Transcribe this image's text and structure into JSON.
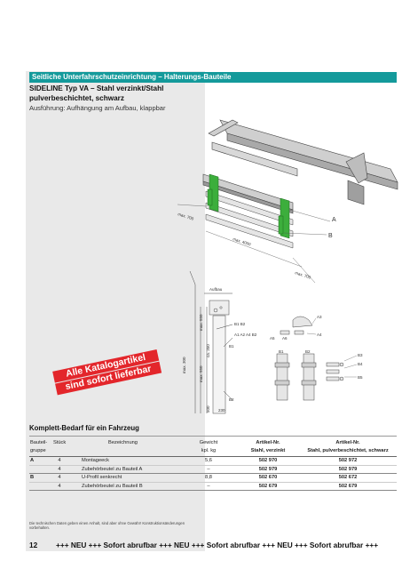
{
  "header": {
    "title": "Seitliche Unterfahrschutzeinrichtung – Halterungs-Bauteile"
  },
  "product": {
    "subtitle": "SIDELINE Typ VA – Stahl verzinkt/Stahl pulverbeschichtet, schwarz",
    "execution": "Ausführung: Aufhängung am Aufbau, klappbar"
  },
  "drawing": {
    "label_a": "A",
    "label_b": "B",
    "dim_1": "max. 700",
    "dim_2": "max. 4000",
    "dim_3": "max. 700",
    "aufbau": "Aufbau",
    "dim_v1": "max. 550",
    "dim_v2": "max. 550",
    "dim_v3": "max. 300",
    "dim_v4": "ca. 350",
    "dim_v5": "500",
    "dim_v6": "230",
    "detail_b1": "B1 B2",
    "detail_a1": "A1 A2 A4 B2",
    "detail_b3": "B1",
    "detail_a3": "A3",
    "detail_a4": "A4",
    "detail_a5": "A5",
    "detail_a6": "A6",
    "detail_b4": "B2",
    "detail_b5": "B3",
    "detail_b6": "B4",
    "detail_b7": "B5",
    "detail_a7": "B1",
    "detail_a8": "B2"
  },
  "promo": {
    "line1": "Alle Katalogartikel",
    "line2": "sind sofort lieferbar"
  },
  "requirements": {
    "title": "Komplett-Bedarf für ein Fahrzeug"
  },
  "table": {
    "headers": {
      "part": "Bauteil-\ngruppe",
      "qty": "Stück",
      "desc": "Bezeichnung",
      "weight": "Gewicht\nkpl. kg",
      "art1": "Artikel-Nr.\nStahl, verzinkt",
      "art2": "Artikel-Nr.\nStahl, pulverbeschichtet, schwarz"
    },
    "rows": [
      {
        "part": "A",
        "qty": "4",
        "desc": "Montageeck",
        "weight": "5,6",
        "art1": "502 970",
        "art2": "502 972"
      },
      {
        "part": "",
        "qty": "4",
        "desc": "Zubehörbeutel zu Bauteil A",
        "weight": "–",
        "art1": "502 979",
        "art2": "502 979"
      },
      {
        "part": "B",
        "qty": "4",
        "desc": "U-Profil senkrecht",
        "weight": "8,8",
        "art1": "502 670",
        "art2": "502 672"
      },
      {
        "part": "",
        "qty": "4",
        "desc": "Zubehörbeutel zu Bauteil B",
        "weight": "–",
        "art1": "502 679",
        "art2": "502 679"
      }
    ]
  },
  "footnote": "Die technischen Daten geben einen Anhalt, sind aber ohne Gewähr! Konstruktionsänderungen vorbehalten.",
  "footer": {
    "page_number": "12",
    "ticker": "+++ NEU +++ Sofort abrufbar +++ NEU +++ Sofort abrufbar  +++ NEU +++ Sofort abrufbar  +++"
  },
  "colors": {
    "accent": "#149a9b",
    "promo": "#e3262b",
    "panel": "#e9e9e9",
    "part_green": "#3cae3c"
  }
}
